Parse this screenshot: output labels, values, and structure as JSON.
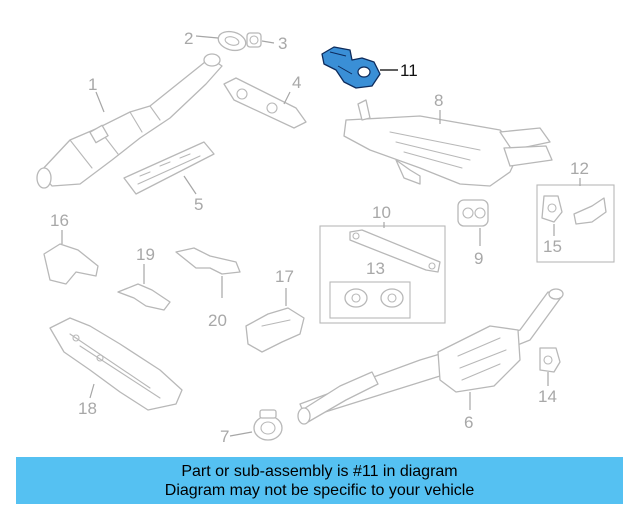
{
  "callouts": {
    "c1": "1",
    "c2": "2",
    "c3": "3",
    "c4": "4",
    "c5": "5",
    "c6": "6",
    "c7": "7",
    "c8": "8",
    "c9": "9",
    "c10": "10",
    "c11": "11",
    "c12": "12",
    "c13": "13",
    "c14": "14",
    "c15": "15",
    "c16": "16",
    "c17": "17",
    "c18": "18",
    "c19": "19",
    "c20": "20"
  },
  "highlight": {
    "part_number": "11",
    "color": "#3a8fd6"
  },
  "banner": {
    "line1": "Part or sub-assembly is #11 in diagram",
    "line2": "Diagram may not be specific to your vehicle",
    "color": "#55c1f2"
  }
}
